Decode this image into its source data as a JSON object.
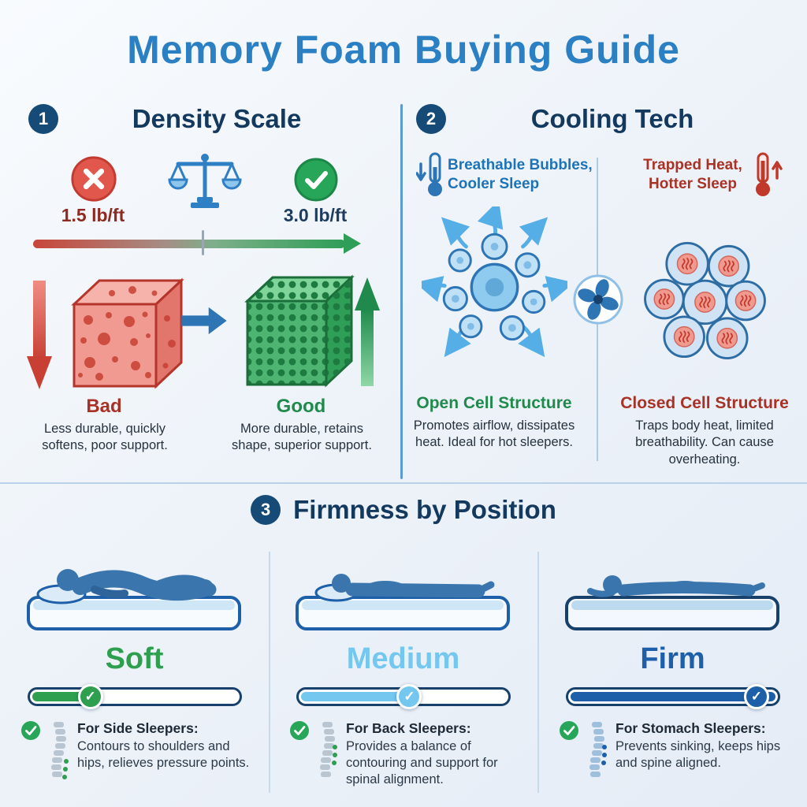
{
  "title": "Memory Foam Buying Guide",
  "icons": {
    "check": "✓"
  },
  "colors": {
    "title_blue": "#2b80c4",
    "navy": "#14395e",
    "bad_red": "#a93226",
    "good_green": "#1f8a4c",
    "light_blue": "#74c7ef"
  },
  "density": {
    "number": "1",
    "title": "Density Scale",
    "low_value": "1.5 lb/ft",
    "high_value": "3.0 lb/ft",
    "bad_label": "Bad",
    "bad_desc": "Less durable, quickly softens, poor support.",
    "good_label": "Good",
    "good_desc": "More durable, retains shape, superior support."
  },
  "cooling": {
    "number": "2",
    "title": "Cooling Tech",
    "cool_headline": "Breathable Bubbles, Cooler Sleep",
    "hot_headline": "Trapped Heat, Hotter Sleep",
    "open_label": "Open Cell Structure",
    "open_desc": "Promotes airflow, dissipates heat. Ideal for hot sleepers.",
    "closed_label": "Closed Cell Structure",
    "closed_desc": "Traps body heat, limited breathability. Can cause overheating."
  },
  "firmness": {
    "number": "3",
    "title": "Firmness by Position",
    "levels": [
      {
        "label": "Soft",
        "color": "#2e9e4f",
        "fill": "29%",
        "knob": "29%",
        "sleeper": "For Side Sleepers:",
        "desc": "Contours to shoulders and hips, relieves pressure points."
      },
      {
        "label": "Medium",
        "color": "#74c7ef",
        "fill": "53%",
        "knob": "53%",
        "sleeper": "For Back Sleepers:",
        "desc": "Provides a balance of contouring and support for spinal alignment."
      },
      {
        "label": "Firm",
        "color": "#1d5fa8",
        "fill": "100%",
        "knob": "90%",
        "sleeper": "For Stomach Sleepers:",
        "desc": "Prevents sinking, keeps hips and spine aligned."
      }
    ]
  }
}
